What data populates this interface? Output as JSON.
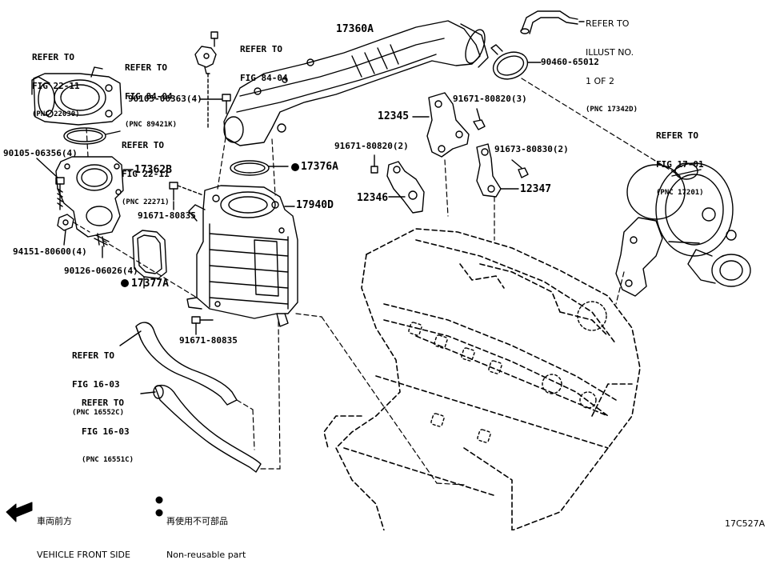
{
  "refs": {
    "fig22_11_a": {
      "l1": "REFER TO",
      "l2": "FIG 22-11",
      "pnc": "(PNC 22030)"
    },
    "fig84_04_a": {
      "l1": "REFER TO",
      "l2": "FIG 84-04"
    },
    "fig84_04_b": {
      "l1": "REFER TO",
      "l2": "FIG 84-04",
      "pnc": "(PNC 89421K)"
    },
    "illust": {
      "l1": "REFER TO",
      "l2": "ILLUST NO.",
      "l3": "1 OF 2",
      "pnc": "(PNC 17342D)"
    },
    "fig22_11_b": {
      "l1": "REFER TO",
      "l2": "FIG 22-11",
      "pnc": "(PNC 22271)"
    },
    "fig17_01": {
      "l1": "REFER TO",
      "l2": "FIG 17-01",
      "pnc": "(PNC 17201)"
    },
    "fig16_03_a": {
      "l1": "REFER TO",
      "l2": "FIG 16-03",
      "pnc": "(PNC 16552C)"
    },
    "fig16_03_b": {
      "l1": "REFER TO",
      "l2": "FIG 16-03",
      "pnc": "(PNC 16551C)"
    }
  },
  "parts": {
    "p17360A": "17360A",
    "p90460": "90460-65012",
    "p90105_06363": "90105-06363(4)",
    "p12345": "12345",
    "p91671_80820_3": "91671-80820(3)",
    "p91671_80820_2": "91671-80820(2)",
    "p91673": "91673-80830(2)",
    "p12346": "12346",
    "p12347": "12347",
    "p90105_06356": "90105-06356(4)",
    "p17362B": "17362B",
    "p17376A": "17376A",
    "p91671_80835_a": "91671-80835",
    "p17940D": "17940D",
    "p94151": "94151-80600(4)",
    "p90126": "90126-06026(4)",
    "p17377A": "17377A",
    "p91671_80835_b": "91671-80835"
  },
  "legend": {
    "arrow_cn": "車両前方",
    "arrow_en": "VEHICLE FRONT SIDE",
    "dot_cn": "再使用不可部品",
    "dot_en": "Non-reusable part"
  },
  "drawing_code": "17C527A",
  "icons": [
    "front-arrow-icon",
    "non-reusable-dot-icon"
  ]
}
